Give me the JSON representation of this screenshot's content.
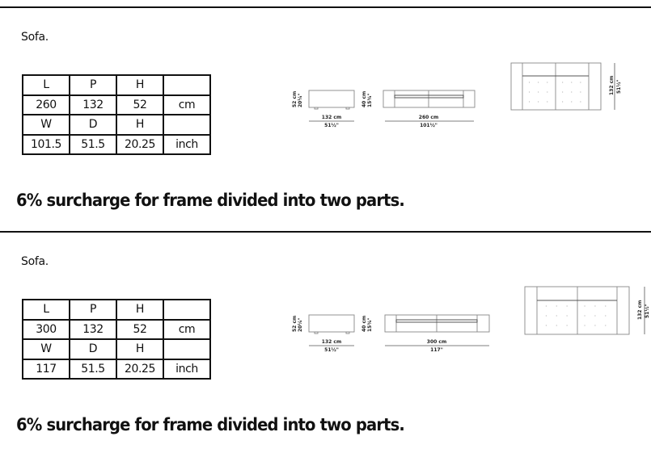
{
  "sections": [
    {
      "title": "Sofa.",
      "table": [
        [
          "L",
          "P",
          "H",
          ""
        ],
        [
          "260",
          "132",
          "52",
          "cm"
        ],
        [
          "W",
          "D",
          "H",
          ""
        ],
        [
          "101.5",
          "51.5",
          "20.25",
          "inch"
        ]
      ],
      "note": "6% surcharge for frame divided into two parts.",
      "dims": {
        "side_h_cm": "52 cm",
        "side_h_in": "20¼\"",
        "seat_h_cm": "40 cm",
        "seat_h_in": "15¾\"",
        "depth_cm": "132 cm",
        "depth_in": "51½\"",
        "width_cm": "260 cm",
        "width_in": "101½\"",
        "top_d_cm": "132 cm",
        "top_d_in": "51½\""
      }
    },
    {
      "title": "Sofa.",
      "table": [
        [
          "L",
          "P",
          "H",
          ""
        ],
        [
          "300",
          "132",
          "52",
          "cm"
        ],
        [
          "W",
          "D",
          "H",
          ""
        ],
        [
          "117",
          "51.5",
          "20.25",
          "inch"
        ]
      ],
      "note": "6% surcharge for frame divided into two parts.",
      "dims": {
        "side_h_cm": "52 cm",
        "side_h_in": "20¼\"",
        "seat_h_cm": "40 cm",
        "seat_h_in": "15¾\"",
        "depth_cm": "132 cm",
        "depth_in": "51½\"",
        "width_cm": "300 cm",
        "width_in": "117\"",
        "top_d_cm": "132 cm",
        "top_d_in": "51½\""
      }
    }
  ]
}
